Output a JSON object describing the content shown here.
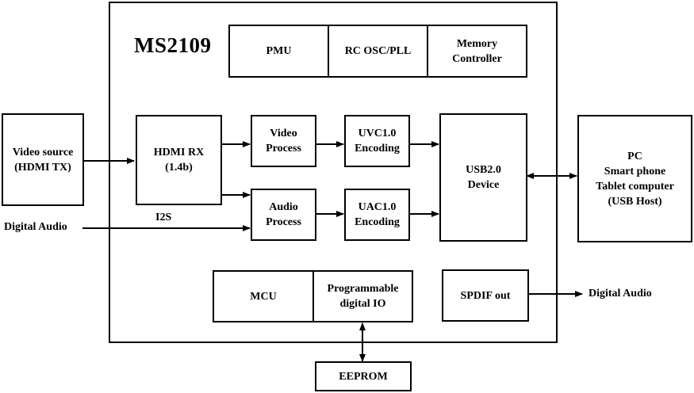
{
  "chip": {
    "title": "MS2109"
  },
  "blocks": {
    "pmu": "PMU",
    "rc_osc_pll": "RC OSC/PLL",
    "memory_controller": "Memory\nController",
    "video_source": "Video source\n(HDMI TX)",
    "hdmi_rx": "HDMI RX\n(1.4b)",
    "video_process": "Video\nProcess",
    "audio_process": "Audio\nProcess",
    "uvc_encoding": "UVC1.0\nEncoding",
    "uac_encoding": "UAC1.0\nEncoding",
    "usb_device": "USB2.0\nDevice",
    "usb_host": "PC\nSmart phone\nTablet computer\n(USB Host)",
    "mcu": "MCU",
    "programmable_io": "Programmable\ndigital IO",
    "spdif_out": "SPDIF out",
    "eeprom": "EEPROM"
  },
  "labels": {
    "digital_audio_in": "Digital Audio",
    "i2s": "I2S",
    "digital_audio_out": "Digital Audio"
  }
}
